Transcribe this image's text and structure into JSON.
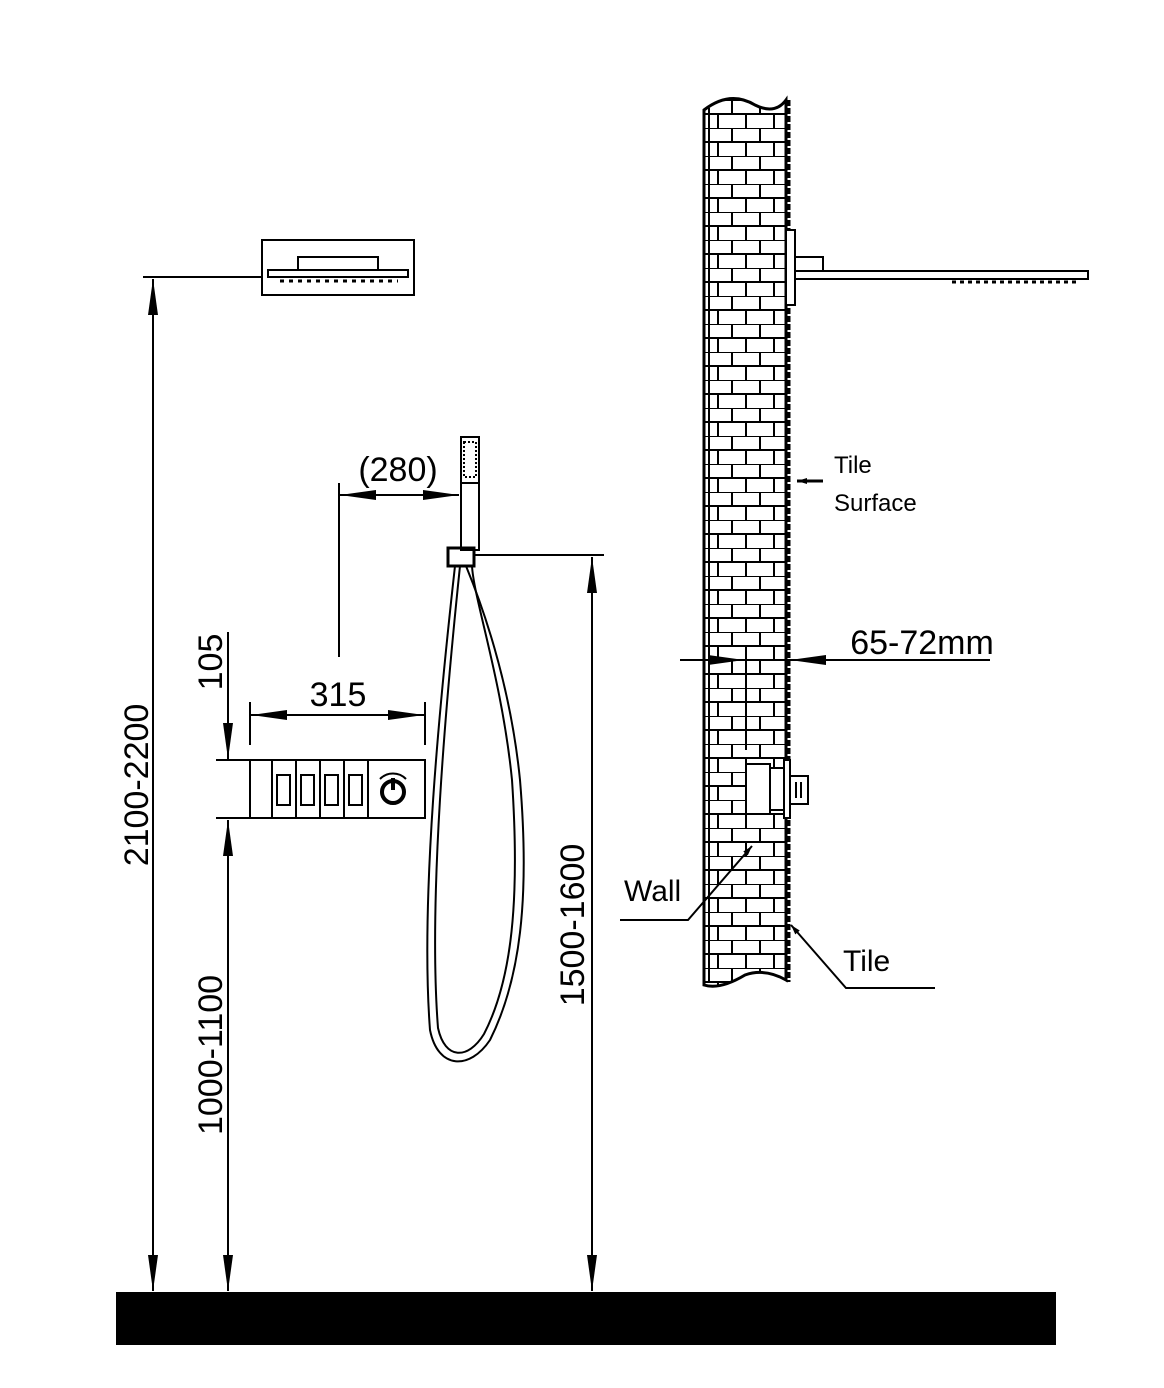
{
  "labels": {
    "total_height": "2100-2200",
    "panel_top_offset": "105",
    "panel_height_from_floor": "1000-1100",
    "panel_width": "315",
    "holder_offset": "(280)",
    "holder_height": "1500-1600",
    "wall_depth": "65-72mm",
    "tile_surface_line1": "Tile",
    "tile_surface_line2": "Surface",
    "wall": "Wall",
    "tile": "Tile"
  },
  "colors": {
    "ink": "#000000",
    "background": "#ffffff"
  }
}
